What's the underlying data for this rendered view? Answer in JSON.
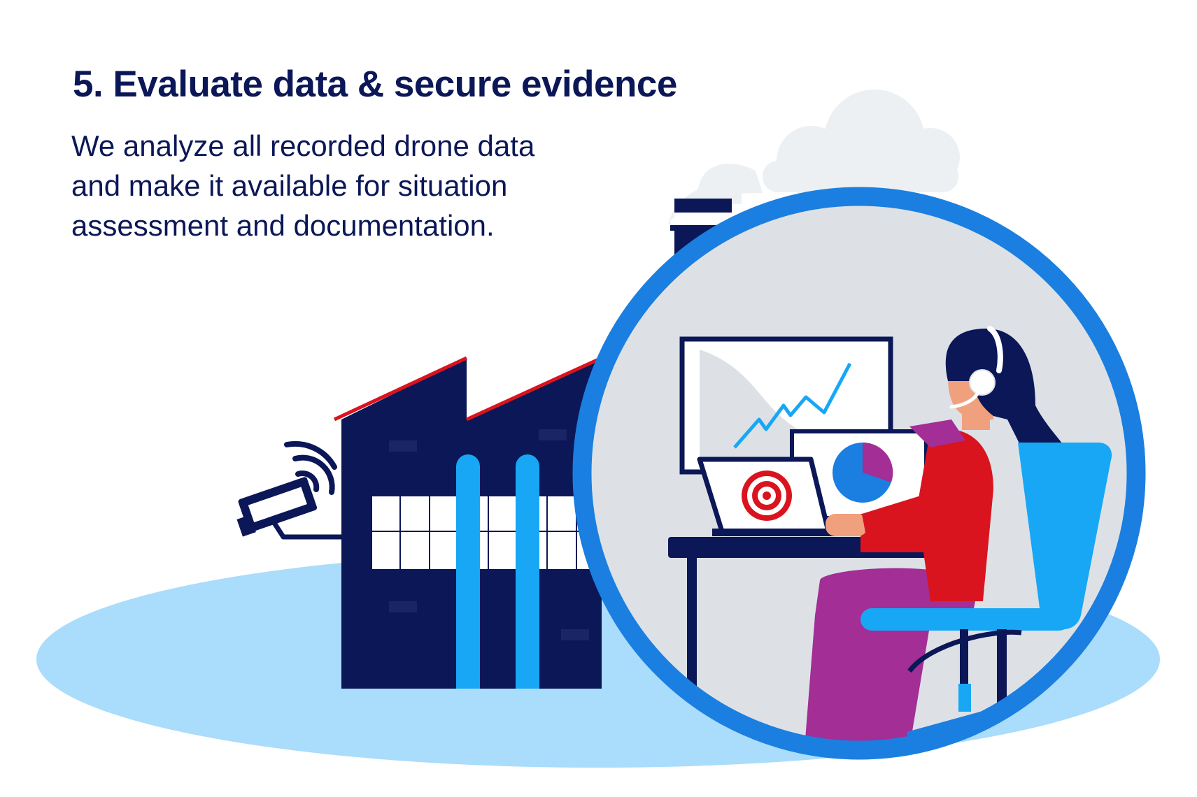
{
  "step": {
    "title": "5. Evaluate data & secure evidence",
    "description_lines": [
      "We analyze all recorded drone data",
      "and make it available for situation",
      "assessment and documentation."
    ]
  },
  "illustration": {
    "icons": [
      "cloud-icon",
      "factory-icon",
      "security-camera-icon",
      "wifi-signal-icon",
      "magnifier-circle-icon",
      "monitor-line-chart-icon",
      "laptop-target-icon",
      "pie-chart-screen-icon",
      "operator-with-headset-icon",
      "office-chair-icon",
      "desk-icon"
    ],
    "colors": {
      "navy": "#0b1757",
      "blue": "#1a7fe0",
      "sky": "#17a7f5",
      "ground": "#aadcfb",
      "red": "#d9141f",
      "purple": "#a22e96",
      "circle_bg": "#dde1e6",
      "cloud": "#edf0f3"
    },
    "pie_chart_share": 0.3
  }
}
